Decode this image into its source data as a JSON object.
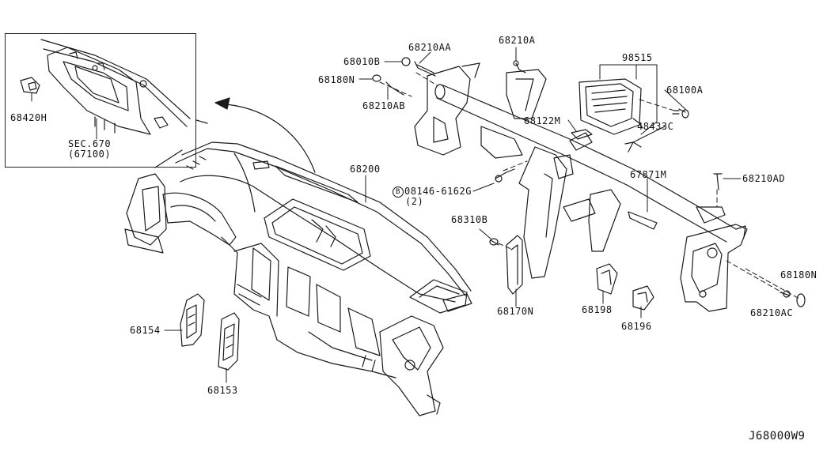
{
  "diagram_id": "J68000W9",
  "inset": {
    "part_label": "68420H",
    "section_ref": "SEC.670",
    "section_sub": "(67100)"
  },
  "labels": {
    "p68010B": "68010B",
    "p68210AA": "68210AA",
    "p68210A": "68210A",
    "p98515": "98515",
    "p68180N_top": "68180N",
    "p68210AB": "68210AB",
    "p68100A": "68100A",
    "p68122M": "68122M",
    "p48433C": "48433C",
    "p68200": "68200",
    "bolt_b": "B",
    "p08146": "08146-6162G",
    "p08146_qty": "(2)",
    "p67871M": "67871M",
    "p68210AD": "68210AD",
    "p68310B": "68310B",
    "p68180N_right": "68180N",
    "p68170N": "68170N",
    "p68198": "68198",
    "p68196": "68196",
    "p68210AC": "68210AC",
    "p68154": "68154",
    "p68153": "68153"
  }
}
